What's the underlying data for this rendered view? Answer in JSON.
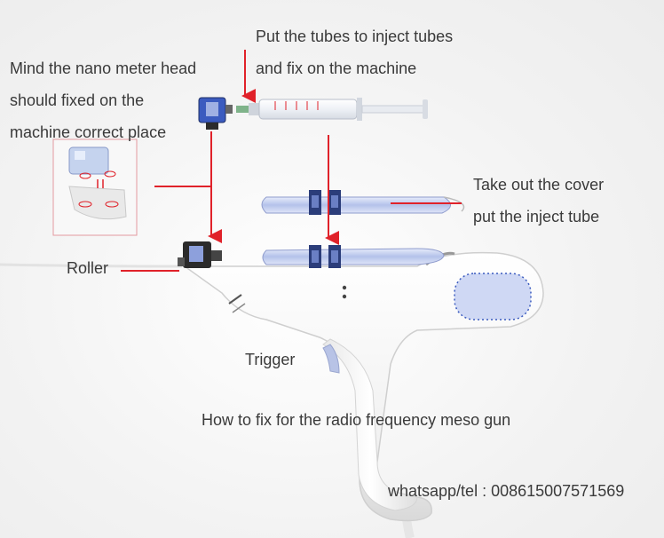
{
  "annotations": {
    "tubes": [
      "Put the tubes to inject tubes",
      "and fix on the machine"
    ],
    "nano_head": [
      "Mind the nano meter head",
      "should fixed on the",
      "machine correct place"
    ],
    "cover": [
      "Take out the cover",
      "put the inject tube"
    ],
    "roller": "Roller",
    "trigger": "Trigger",
    "caption": "How to fix for the radio frequency meso gun",
    "contact": "whatsapp/tel : 008615007571569"
  },
  "colors": {
    "arrow": "#e0222a",
    "tube_blue": "#b9c6ea",
    "head_blue": "#3b5bbf",
    "body_white": "#ffffff",
    "pad_blue": "#cfd8f4"
  }
}
